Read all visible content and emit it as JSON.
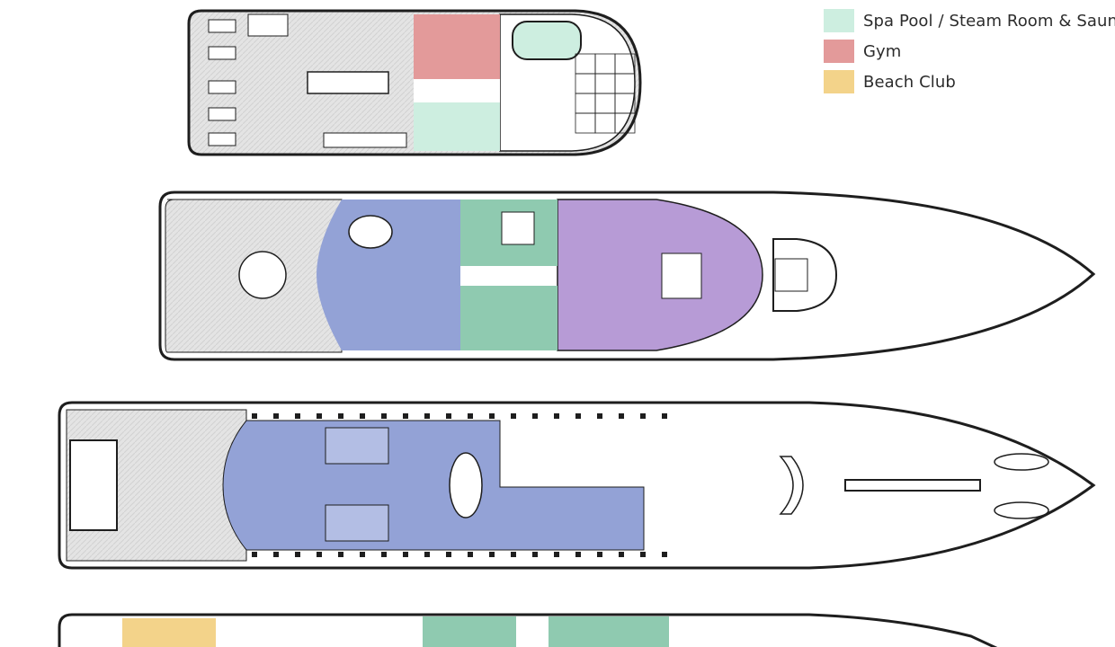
{
  "legend": [
    {
      "label": "Spa Pool / Steam Room & Sauna",
      "color": "#cdeee0"
    },
    {
      "label": "Gym",
      "color": "#e39a9a"
    },
    {
      "label": "Beach Club",
      "color": "#f3d38a"
    }
  ],
  "zone_colors": {
    "owner_suite": "#b79bd6",
    "main_salon": "#93a2d6",
    "guest_cabin": "#8fcab0",
    "spa": "#cdeee0",
    "gym": "#e39a9a",
    "beach_club": "#f3d38a",
    "exterior_deck": "#e6e6e6",
    "outline": "#1e1e1e"
  },
  "decks": [
    "sun-deck",
    "owner-deck",
    "main-deck",
    "lower-deck"
  ],
  "icons": {
    "sun-deck": [
      "dining-table-icon",
      "sun-lounger-icon",
      "jacuzzi-icon",
      "stairs-icon",
      "gym-equipment-icon"
    ],
    "owner-deck": [
      "round-table-icon",
      "bed-icon",
      "spiral-stairs-icon"
    ],
    "main-deck": [
      "dining-table-icon",
      "sofa-icon",
      "tender-boat-icon"
    ],
    "lower-deck": [
      "stairs-icon",
      "bed-icon"
    ]
  }
}
